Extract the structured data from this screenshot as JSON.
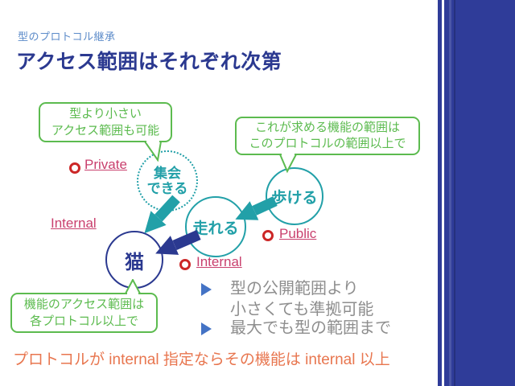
{
  "header": {
    "kicker": "型のプロトコル継承",
    "title": "アクセス範囲はそれぞれ次第"
  },
  "bubbles": {
    "top_left": "型より小さい\nアクセス範囲も可能",
    "top_right": "これが求める機能の範囲は\nこのプロトコルの範囲以上で",
    "bottom_left": "機能のアクセス範囲は\n各プロトコル以上で"
  },
  "nodes": {
    "gather": "集会\nできる",
    "walk": "歩ける",
    "run": "走れる",
    "cat": "猫"
  },
  "access_labels": {
    "private": "Private",
    "internal_left": "Internal",
    "public": "Public",
    "internal_bottom": "Internal"
  },
  "bullets": [
    "型の公開範囲より\n小さくても準拠可能",
    "最大でも型の範囲まで"
  ],
  "footer": "プロトコルが internal 指定ならその機能は internal 以上",
  "colors": {
    "navy": "#2B3990",
    "panel_navy": "#2F3C99",
    "teal": "#22A0A8",
    "green": "#5CBB4F",
    "pink": "#C9406E",
    "red": "#CC2727",
    "orange": "#E8764F",
    "kicker_blue": "#5C8BC9",
    "bullet_gray": "#8E8E8E",
    "bullet_blue": "#4473C5"
  }
}
